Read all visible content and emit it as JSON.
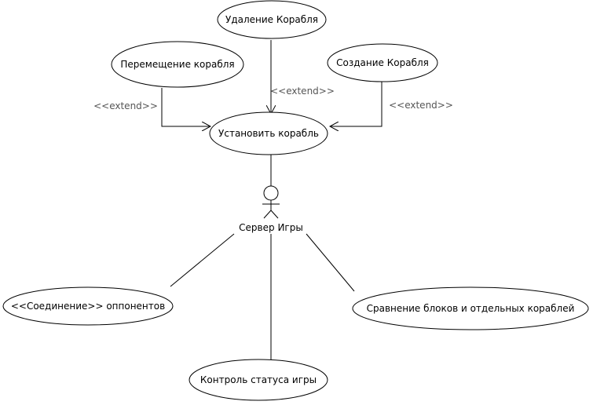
{
  "diagram": {
    "use_cases": {
      "delete_ship": "Удаление Корабля",
      "move_ship": "Перемещение корабля",
      "create_ship": "Создание Корабля",
      "place_ship": "Установить корабль",
      "connect_opponents": "<<Соединение>> оппонентов",
      "compare_blocks": "Сравнение блоков и отдельных кораблей",
      "game_status": "Контроль статуса игры"
    },
    "actor": {
      "name": "Сервер Игры"
    },
    "relations": {
      "extend_move": "<<extend>>",
      "extend_delete": "<<extend>>",
      "extend_create": "<<extend>>"
    },
    "colors": {
      "line": "#000000",
      "stereotype_text": "#555555",
      "background": "#ffffff"
    }
  }
}
